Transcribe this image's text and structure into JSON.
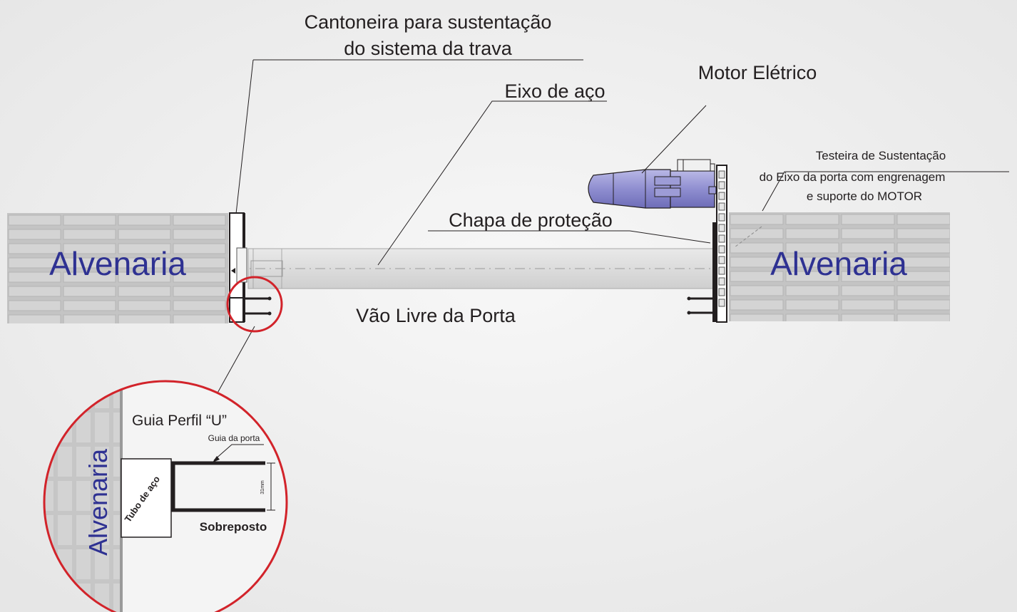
{
  "labels": {
    "cantoneira_line1": "Cantoneira para sustentação",
    "cantoneira_line2": "do sistema da trava",
    "eixo": "Eixo de aço",
    "motor": "Motor Elétrico",
    "testeira_line1": "Testeira de Sustentação",
    "testeira_line2": "do Eixo da porta com engrenagem",
    "testeira_line3": "e  suporte do MOTOR",
    "chapa": "Chapa de proteção",
    "vao": "Vão Livre da Porta",
    "alvenaria_left": "Alvenaria",
    "alvenaria_right": "Alvenaria"
  },
  "detail": {
    "alvenaria": "Alvenaria",
    "guia_perfil": "Guia Perfil “U”",
    "guia_porta": "Guia da porta",
    "tubo": "Tubo de aço",
    "sobreposto": "Sobreposto",
    "dimension": "31mm"
  },
  "colors": {
    "background": "#ededed",
    "wall": "#c8c8c8",
    "brick": "#b2b2b2",
    "motor": "#9d9cd6",
    "alvenaria_text": "#2e3192",
    "detail_ring": "#d2232a",
    "text": "#231f20"
  }
}
